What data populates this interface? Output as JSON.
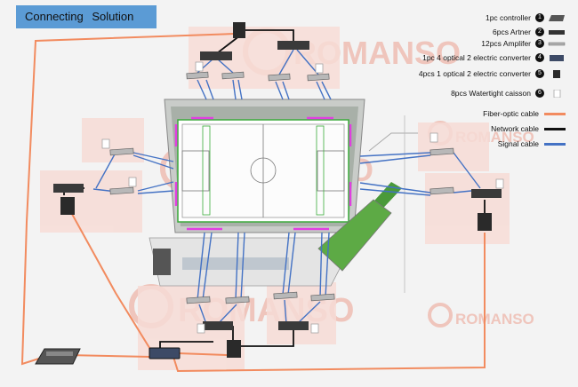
{
  "header": {
    "title": "Connecting    Solution"
  },
  "watermark": {
    "text": "ROMANSO"
  },
  "legend": {
    "devices": [
      {
        "label": "1pc controller",
        "num": "1",
        "icon": "controller-icon"
      },
      {
        "label": "6pcs Artner",
        "num": "2",
        "icon": "artner-icon"
      },
      {
        "label": "12pcs Amplifer",
        "num": "3",
        "icon": "amplifier-icon"
      },
      {
        "label": "1pc 4 optical 2 electric converter",
        "num": "4",
        "icon": "converter-4-2-icon"
      },
      {
        "label": "4pcs 1 optical 2 electric converter",
        "num": "5",
        "icon": "converter-1-2-icon"
      },
      {
        "label": "8pcs Watertight caisson",
        "num": "6",
        "icon": "caisson-icon"
      }
    ],
    "cables": [
      {
        "label": "Fiber-optic cable",
        "color": "#f28b5f"
      },
      {
        "label": "Network cable",
        "color": "#111111"
      },
      {
        "label": "Signal cable",
        "color": "#4472c4"
      }
    ]
  }
}
